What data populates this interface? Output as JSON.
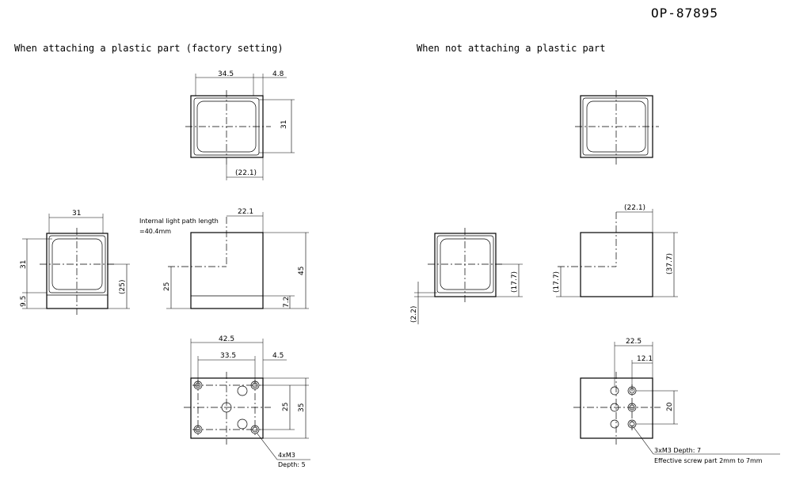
{
  "drawing_number": "OP-87895",
  "left_title": "When attaching a plastic part (factory setting)",
  "right_title": "When not attaching a plastic part",
  "dims": {
    "top_width": "34.5",
    "top_offset": "4.8",
    "top_height": "31",
    "top_center": "(22.1)",
    "front_width": "31",
    "front_height": "31",
    "front_bottom": "9.5",
    "front_center": "(25)",
    "side_offset": "22.1",
    "side_height": "45",
    "side_center": "25",
    "side_base": "7.2",
    "bottom_width": "42.5",
    "bottom_pitch": "33.5",
    "bottom_offset": "4.5",
    "bottom_pitch_v": "25",
    "bottom_height": "35",
    "r_side_offset": "(22.1)",
    "r_front_center": "(17.7)",
    "r_front_bottom": "(2.2)",
    "r_side_center": "(17.7)",
    "r_side_height": "(37.7)",
    "r_bottom_offset1": "22.5",
    "r_bottom_offset2": "12.1",
    "r_bottom_pitch": "20"
  },
  "notes": {
    "light_path_1": "Internal light path length",
    "light_path_2": "=40.4mm",
    "left_screw_1": "4xM3",
    "left_screw_2": "Depth: 5",
    "right_screw_1": "3xM3 Depth: 7",
    "right_screw_2": "Effective screw part 2mm to 7mm"
  }
}
